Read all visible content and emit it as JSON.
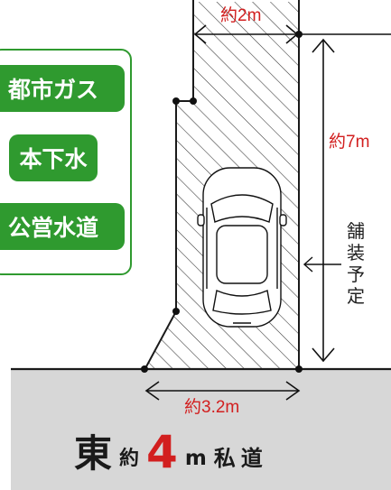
{
  "utilities": [
    "都市ガス",
    "本下水",
    "公営水道"
  ],
  "dimensions": {
    "top_width": "約2m",
    "depth": "約7m",
    "frontage": "約3.2m"
  },
  "paving_note": [
    "舗",
    "装",
    "予",
    "定"
  ],
  "road": {
    "direction": "東",
    "approx": "約",
    "width": "4",
    "unit": "m",
    "type": "私道"
  },
  "colors": {
    "badge_green": "#2f9a2f",
    "dimension_red": "#d21f1f",
    "road_gray": "#d7d7d7"
  }
}
